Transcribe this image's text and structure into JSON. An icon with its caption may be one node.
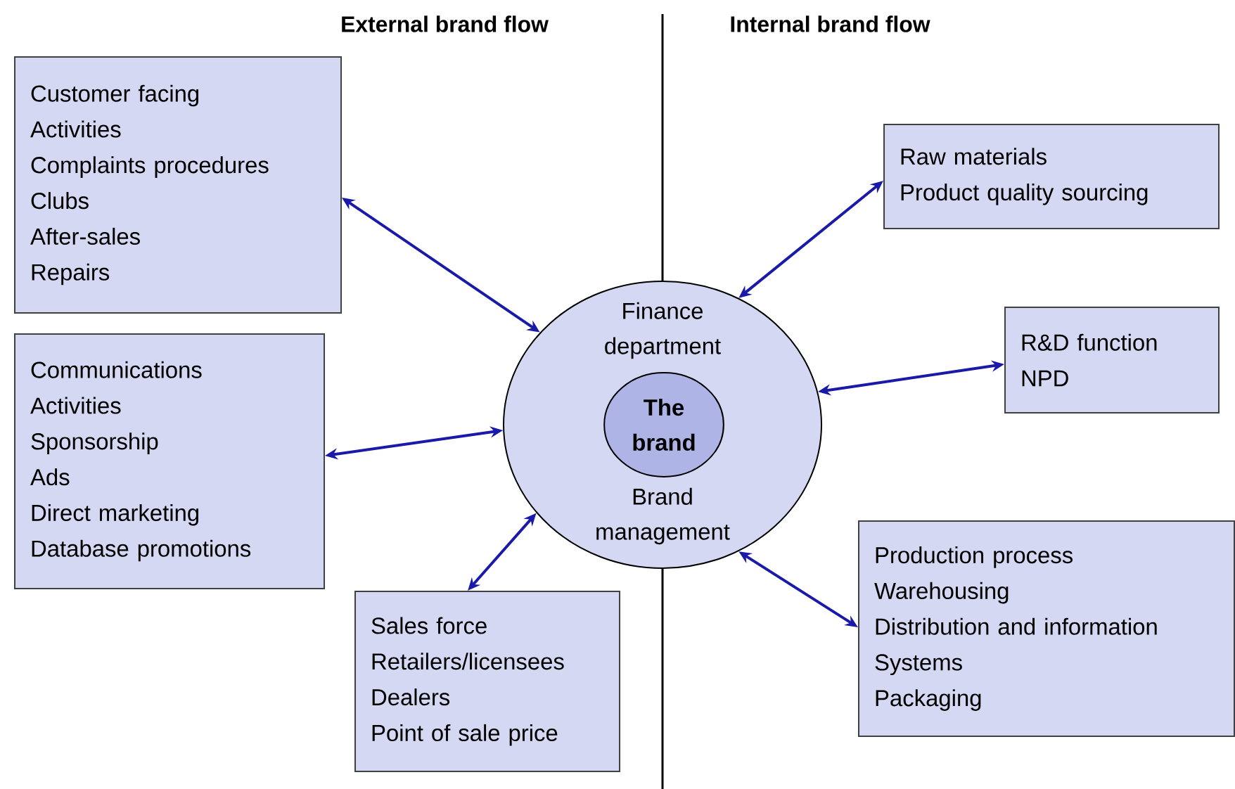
{
  "diagram": {
    "nodes": [
      {
        "text": [
          "Finance department",
          "Brand management"
        ]
      },
      {
        "text": [
          "The brand"
        ],
        "in": 0
      },
      {
        "text": [
          "Customer facing",
          "Activities",
          "Complaints procedures",
          "Clubs",
          "After-sales",
          "Repairs"
        ]
      },
      {
        "text": [
          "Communications",
          "Activities",
          "Sponsorship",
          "Ads",
          "Direct marketing",
          "Database promotions"
        ]
      },
      {
        "text": [
          "Sales force",
          "Retailers/licensees",
          "Dealers",
          "Point of sale price"
        ]
      },
      {
        "text": [
          "Raw materials",
          "Product quality sourcing"
        ]
      },
      {
        "text": [
          "R&D function",
          "NPD"
        ]
      },
      {
        "text": [
          "Production process",
          "Warehousing",
          "Distribution and information",
          "Systems",
          "Packaging"
        ]
      }
    ],
    "edges": [
      {
        "from": 2,
        "to": 0,
        "arrow": "both"
      },
      {
        "from": 3,
        "to": 0,
        "arrow": "both"
      },
      {
        "from": 4,
        "to": 0,
        "arrow": "both"
      },
      {
        "from": 5,
        "to": 0,
        "arrow": "both"
      },
      {
        "from": 6,
        "to": 0,
        "arrow": "both"
      },
      {
        "from": 7,
        "to": 0,
        "arrow": "both"
      }
    ],
    "labels": [
      "External brand flow",
      "Internal brand flow"
    ]
  }
}
